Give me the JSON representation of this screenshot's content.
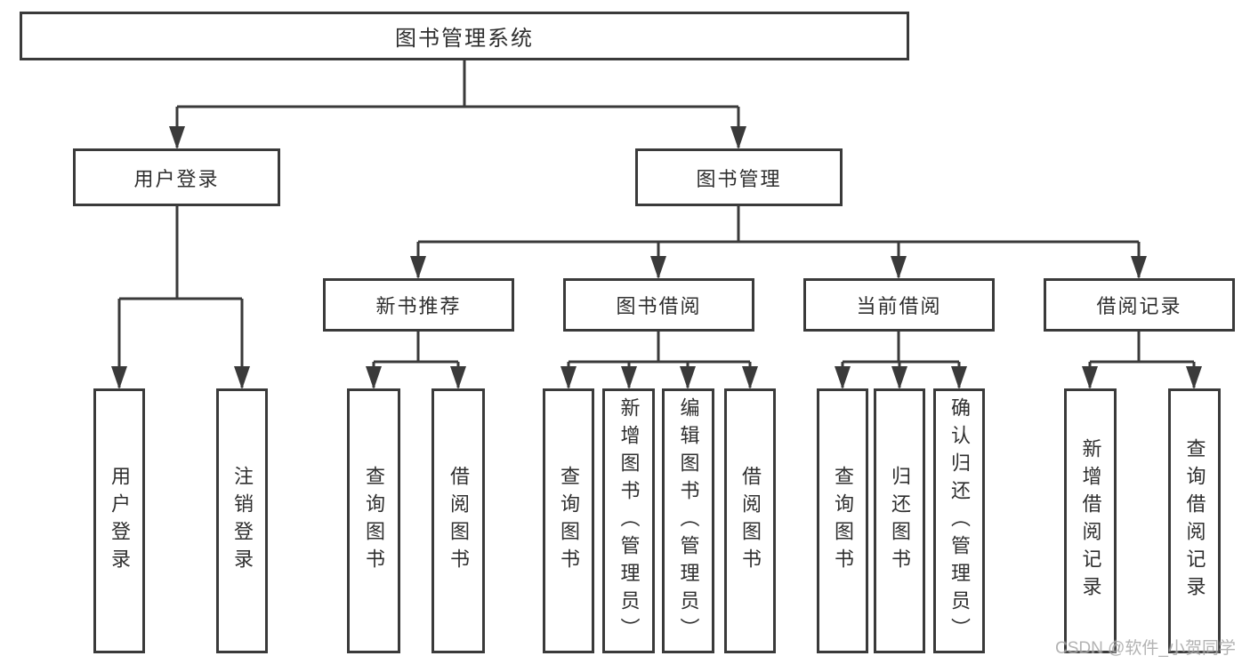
{
  "diagram": {
    "type": "hierarchy-tree",
    "watermark": "CSDN @软件_小贺同学",
    "colors": {
      "line": "#3a3a3a",
      "box_border": "#3a3a3a",
      "text": "#2f2f2f",
      "background": "#ffffff",
      "watermark": "#a6a6a6"
    },
    "root": {
      "label": "图书管理系统"
    },
    "branches": [
      {
        "label": "用户登录",
        "children": [
          {
            "label": "用户登录"
          },
          {
            "label": "注销登录"
          }
        ]
      },
      {
        "label": "图书管理",
        "children": [
          {
            "label": "新书推荐",
            "children": [
              {
                "label": "查询图书"
              },
              {
                "label": "借阅图书"
              }
            ]
          },
          {
            "label": "图书借阅",
            "children": [
              {
                "label": "查询图书"
              },
              {
                "label": "新增图书（管理员）"
              },
              {
                "label": "编辑图书（管理员）"
              },
              {
                "label": "借阅图书"
              }
            ]
          },
          {
            "label": "当前借阅",
            "children": [
              {
                "label": "查询图书"
              },
              {
                "label": "归还图书"
              },
              {
                "label": "确认归还（管理员）"
              }
            ]
          },
          {
            "label": "借阅记录",
            "children": [
              {
                "label": "新增借阅记录"
              },
              {
                "label": "查询借阅记录"
              }
            ]
          }
        ]
      }
    ]
  }
}
